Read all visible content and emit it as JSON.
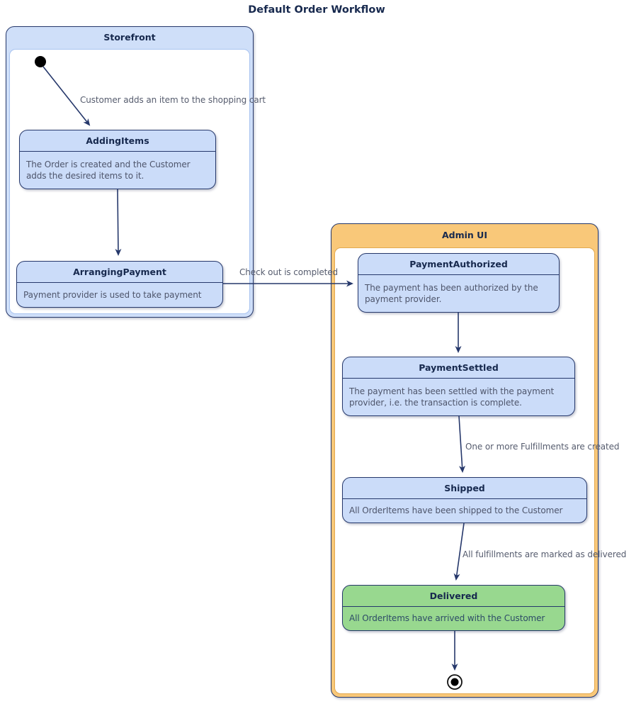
{
  "title": "Default Order Workflow",
  "containers": {
    "storefront": {
      "label": "Storefront"
    },
    "admin_ui": {
      "label": "Admin UI"
    }
  },
  "states": {
    "adding_items": {
      "title": "AddingItems",
      "body": "The Order is created and the Customer\nadds the desired items to it."
    },
    "arranging_payment": {
      "title": "ArrangingPayment",
      "body": "Payment provider is used to take payment"
    },
    "payment_authorized": {
      "title": "PaymentAuthorized",
      "body": "The payment has been authorized by the\npayment provider."
    },
    "payment_settled": {
      "title": "PaymentSettled",
      "body": "The payment has been settled with the payment\nprovider, i.e. the transaction is complete."
    },
    "shipped": {
      "title": "Shipped",
      "body": "All OrderItems have been shipped to the Customer"
    },
    "delivered": {
      "title": "Delivered",
      "body": "All OrderItems have arrived with the Customer"
    }
  },
  "transitions": {
    "add_item": {
      "label": "Customer adds an item to the shopping cart"
    },
    "checkout": {
      "label": "Check out is completed"
    },
    "fulfillments_created": {
      "label": "One or more Fulfillments are created"
    },
    "marked_delivered": {
      "label": "All fulfillments are marked as delivered"
    }
  },
  "colors": {
    "navy": "#26386b",
    "arrow": "#26386b",
    "title-ink": "#17294e",
    "body-ink": "#4e556b",
    "label-ink": "#565c6e",
    "state-fill": "#cbdcf9",
    "inner-blue-border": "#a9c4f0",
    "storefront-fill": "#cfdff9",
    "admin-fill": "#f9c879",
    "admin-inner-border": "#e2a94f",
    "green-fill": "#98d88f",
    "green-ink": "#2d4b67"
  }
}
